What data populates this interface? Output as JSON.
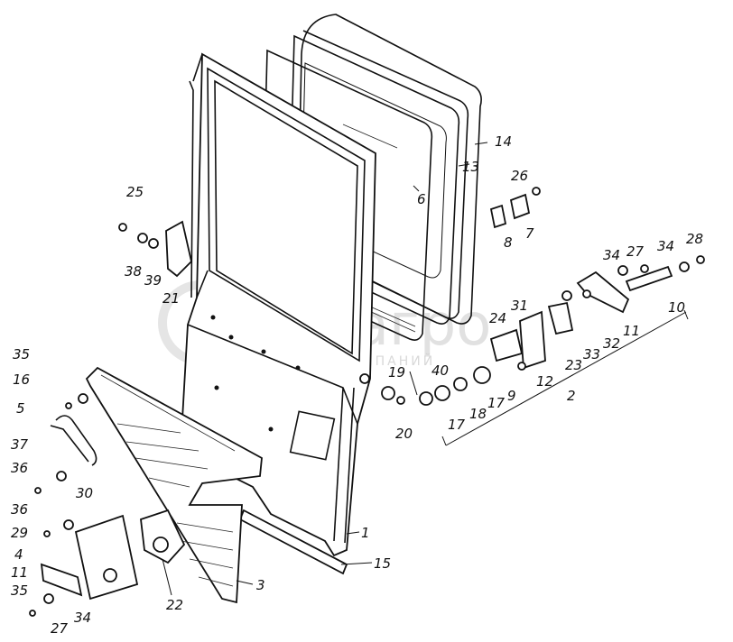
{
  "watermark": {
    "brand": "белагро",
    "tagline": "ГРУППА КОМПАНИЙ"
  },
  "callouts": [
    {
      "id": "c25a",
      "text": "25"
    },
    {
      "id": "c38",
      "text": "38"
    },
    {
      "id": "c39",
      "text": "39"
    },
    {
      "id": "c21",
      "text": "21"
    },
    {
      "id": "c26",
      "text": "26"
    },
    {
      "id": "c7",
      "text": "7"
    },
    {
      "id": "c8",
      "text": "8"
    },
    {
      "id": "c14",
      "text": "14"
    },
    {
      "id": "c13",
      "text": "13"
    },
    {
      "id": "c6",
      "text": "6"
    },
    {
      "id": "c34a",
      "text": "34"
    },
    {
      "id": "c27a",
      "text": "27"
    },
    {
      "id": "c34b",
      "text": "34"
    },
    {
      "id": "c28",
      "text": "28"
    },
    {
      "id": "c10",
      "text": "10"
    },
    {
      "id": "c11a",
      "text": "11"
    },
    {
      "id": "c32",
      "text": "32"
    },
    {
      "id": "c33",
      "text": "33"
    },
    {
      "id": "c23",
      "text": "23"
    },
    {
      "id": "c31",
      "text": "31"
    },
    {
      "id": "c24",
      "text": "24"
    },
    {
      "id": "c12",
      "text": "12"
    },
    {
      "id": "c9",
      "text": "9"
    },
    {
      "id": "c17a",
      "text": "17"
    },
    {
      "id": "c18",
      "text": "18"
    },
    {
      "id": "c17b",
      "text": "17"
    },
    {
      "id": "c40",
      "text": "40"
    },
    {
      "id": "c19",
      "text": "19"
    },
    {
      "id": "c20",
      "text": "20"
    },
    {
      "id": "c2",
      "text": "2"
    },
    {
      "id": "c1",
      "text": "1"
    },
    {
      "id": "c15",
      "text": "15"
    },
    {
      "id": "c3",
      "text": "3"
    },
    {
      "id": "c22",
      "text": "22"
    },
    {
      "id": "c35a",
      "text": "35"
    },
    {
      "id": "c16",
      "text": "16"
    },
    {
      "id": "c5",
      "text": "5"
    },
    {
      "id": "c37",
      "text": "37"
    },
    {
      "id": "c36a",
      "text": "36"
    },
    {
      "id": "c30",
      "text": "30"
    },
    {
      "id": "c36b",
      "text": "36"
    },
    {
      "id": "c29",
      "text": "29"
    },
    {
      "id": "c4",
      "text": "4"
    },
    {
      "id": "c11b",
      "text": "11"
    },
    {
      "id": "c35b",
      "text": "35"
    },
    {
      "id": "c34c",
      "text": "34"
    },
    {
      "id": "c27b",
      "text": "27"
    }
  ]
}
